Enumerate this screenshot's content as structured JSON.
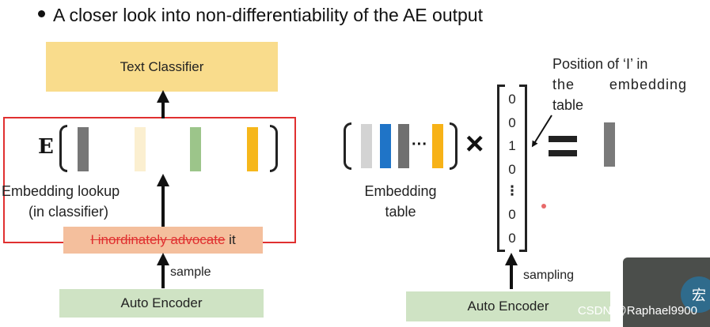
{
  "title": "A closer look into non-differentiability of the AE output",
  "left": {
    "text_classifier": "Text Classifier",
    "e_symbol": "E",
    "embedding_lookup_line1": "Embedding lookup",
    "embedding_lookup_line2": "(in classifier)",
    "sentence": {
      "w1": "I ",
      "w2": "inordinately advocate",
      "w3": " it"
    },
    "sample_label": "sample",
    "auto_encoder": "Auto Encoder",
    "colors": {
      "bar1": "#767676",
      "bar2": "#fbefd0",
      "bar3": "#9cc58a",
      "bar4": "#f6b71b",
      "frame": "#e03030"
    }
  },
  "right": {
    "embedding_table_line1": "Embedding",
    "embedding_table_line2": "table",
    "ellipsis": "···",
    "times": "×",
    "equals": "=",
    "one_hot": [
      "0",
      "0",
      "1",
      "0",
      "⋮",
      "0",
      "0"
    ],
    "position_note_line1": "Position of ‘I’ in",
    "position_note_line2a": "the",
    "position_note_line2b": "embedding",
    "position_note_line3": "table",
    "sampling_label": "sampling",
    "auto_encoder": "Auto Encoder",
    "colors": {
      "bar1": "#d3d3d3",
      "bar2": "#1f74c7",
      "bar3": "#707070",
      "bar4": "#f7b217",
      "result": "#7a7a7a"
    }
  },
  "watermark": "CSDN @Raphael9900",
  "avatar_text": "宏"
}
